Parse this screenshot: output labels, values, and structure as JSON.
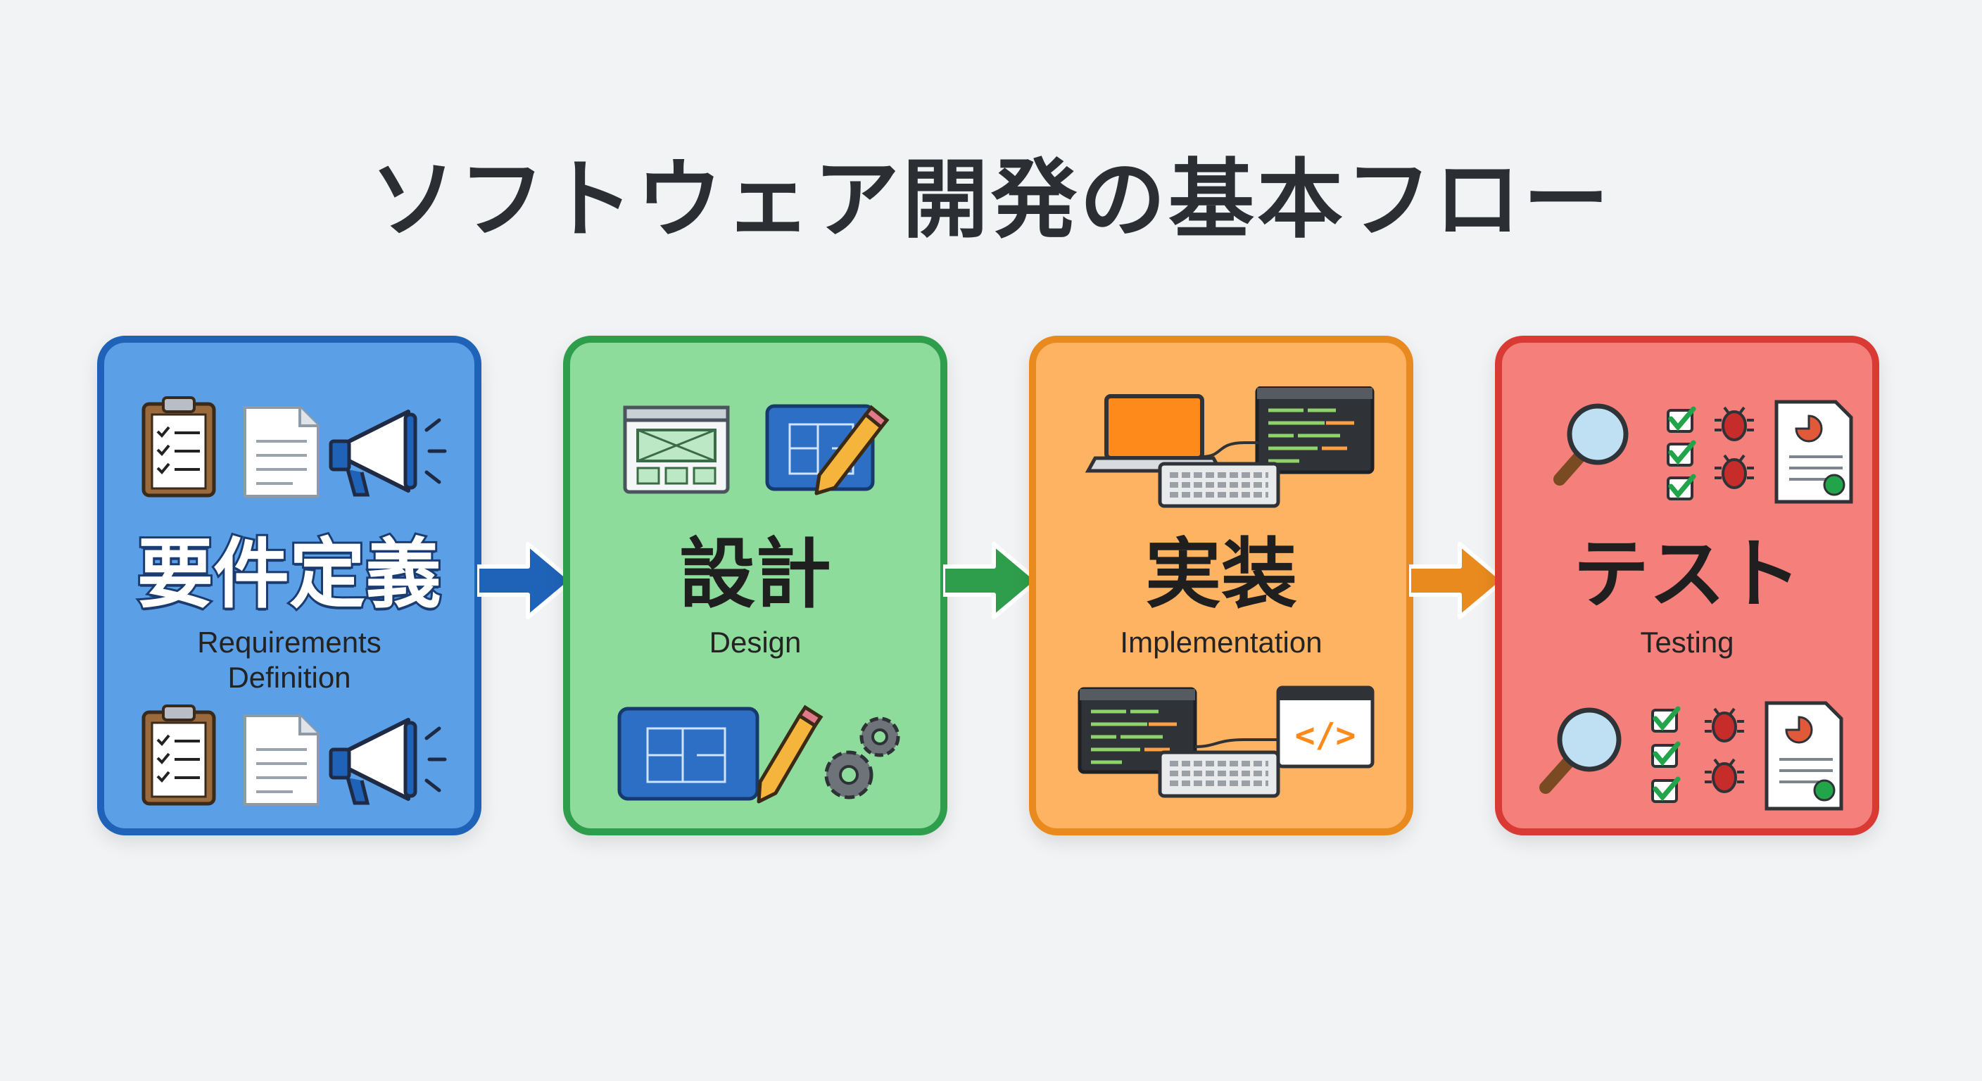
{
  "title": "ソフトウェア開発の基本フロー",
  "colors": {
    "blue": "#5b9fe6",
    "blue_border": "#1f63b8",
    "green": "#8edc9c",
    "green_border": "#2e9e4c",
    "orange": "#fdb362",
    "orange_border": "#e88a1e",
    "red": "#f57f7a",
    "red_border": "#d93b34"
  },
  "steps": [
    {
      "jp": "要件定義",
      "en": [
        "Requirements",
        "Definition"
      ]
    },
    {
      "jp": "設計",
      "en": [
        "Design"
      ]
    },
    {
      "jp": "実装",
      "en": [
        "Implementation"
      ]
    },
    {
      "jp": "テスト",
      "en": [
        "Testing"
      ]
    }
  ],
  "icons": {
    "step1": [
      "clipboard-icon",
      "document-icon",
      "megaphone-icon"
    ],
    "step2": [
      "wireframe-icon",
      "blueprint-icon",
      "pencil-icon",
      "gear-icon"
    ],
    "step3": [
      "laptop-icon",
      "terminal-icon",
      "keyboard-icon",
      "code-window-icon"
    ],
    "step4": [
      "magnifier-icon",
      "checklist-icon",
      "bug-icon",
      "report-icon"
    ]
  },
  "code_symbol": "</>"
}
